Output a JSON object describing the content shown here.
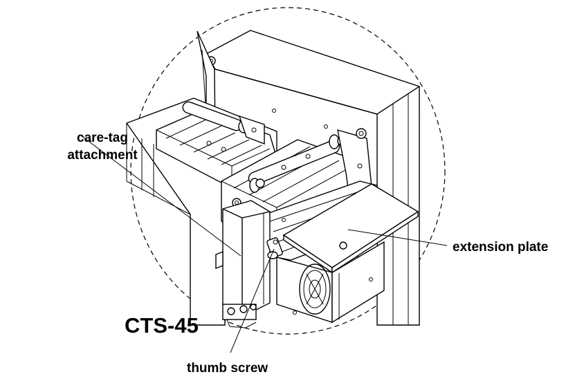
{
  "labels": {
    "care_tag_line1": "care-tag",
    "care_tag_line2": "attachment",
    "extension_plate": "extension plate",
    "thumb_screw": "thumb screw",
    "model": "CTS-45"
  }
}
